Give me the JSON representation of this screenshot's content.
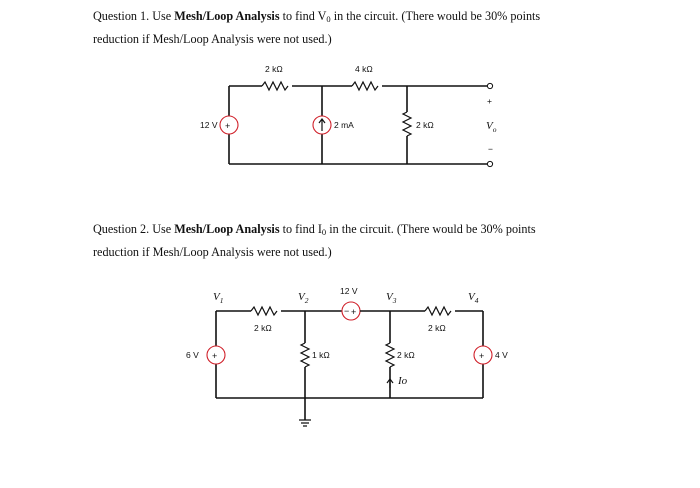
{
  "question1": {
    "prefix": "Question 1. Use ",
    "method": "Mesh/Loop Analysis",
    "middle": " to find V",
    "sub": "0",
    "suffix": " in the circuit. (There would be 30% points",
    "line2": "reduction if Mesh/Loop Analysis were not used.)"
  },
  "question2": {
    "prefix": "Question 2. Use ",
    "method": "Mesh/Loop Analysis",
    "middle": " to find I",
    "sub": "0",
    "suffix": " in the circuit. (There would be 30% points",
    "line2": "reduction if Mesh/Loop Analysis were not used.)"
  },
  "circuit1": {
    "r_top_left": "2 kΩ",
    "r_top_right": "4 kΩ",
    "v_source": "12 V",
    "i_source": "2 mA",
    "r_right": "2 kΩ",
    "out_plus": "+",
    "out_minus": "−",
    "out_label": "V",
    "out_sub": "o"
  },
  "circuit2": {
    "v1": "V",
    "v1_sub": "1",
    "v2": "V",
    "v2_sub": "2",
    "v3": "V",
    "v3_sub": "3",
    "v4": "V",
    "v4_sub": "4",
    "v_source_left": "6 V",
    "v_source_mid": "12 V",
    "v_source_right": "4 V",
    "r_left": "2 kΩ",
    "r_mid_vert": "1 kΩ",
    "r_right_vert": "2 kΩ",
    "r_right": "2 kΩ",
    "current_label": "Io"
  }
}
